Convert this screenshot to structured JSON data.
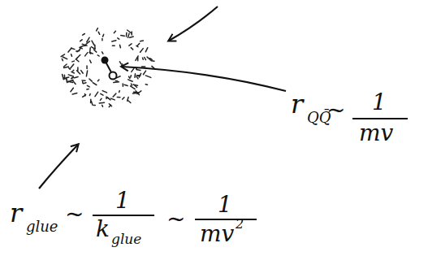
{
  "diagram": {
    "labels": [
      "r",
      "QQ̄",
      "~",
      "1",
      "mv",
      "r",
      "glue",
      "~",
      "1",
      "k",
      "glue",
      "~",
      "1",
      "mv",
      "2"
    ]
  }
}
